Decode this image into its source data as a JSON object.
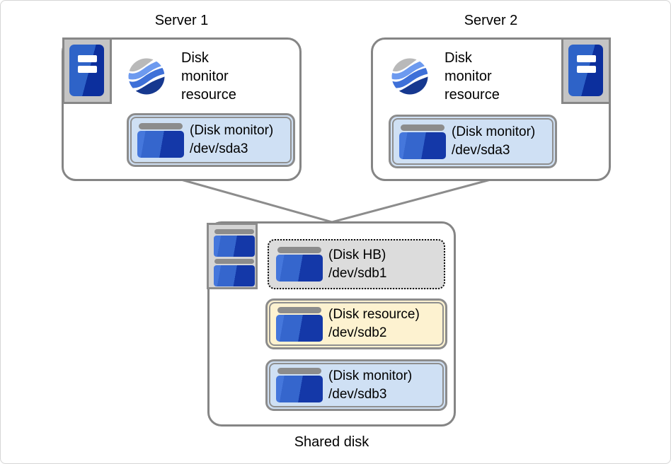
{
  "colors": {
    "outer_box_border": "#858585",
    "connector_line": "#8c8c8c",
    "icon_frame_fill": "#c4c4c4",
    "server_blue_light": "#2e63c8",
    "server_blue_dark": "#0c2f9d",
    "disk_blue_light": "#3566cd",
    "disk_blue_dark": "#1438a8",
    "disk_pill_gray": "#8c8c8c",
    "monitor_box_fill": "#cfe0f4",
    "resource_box_fill": "#fdf2d0",
    "hb_box_fill": "#dcdcdc",
    "swirl_gray": "#b9b9b9",
    "swirl_light_blue": "#6d9aef",
    "swirl_mid_blue": "#3e70d8",
    "swirl_navy": "#16388f"
  },
  "icons": {
    "server": "tower-server-icon",
    "monitor_resource": "disk-monitor-resource-icon",
    "disk": "disk-icon",
    "shared_disk": "shared-disk-icon"
  },
  "servers": [
    {
      "title": "Server 1",
      "resource_text": "Disk\nmonitor\nresource",
      "disk_box": {
        "label": "(Disk monitor)",
        "device": "/dev/sda3"
      }
    },
    {
      "title": "Server 2",
      "resource_text": "Disk\nmonitor\nresource",
      "disk_box": {
        "label": "(Disk monitor)",
        "device": "/dev/sda3"
      }
    }
  ],
  "shared_disk": {
    "title": "Shared disk",
    "boxes": [
      {
        "kind": "hb",
        "label": "(Disk HB)",
        "device": "/dev/sdb1"
      },
      {
        "kind": "resource",
        "label": "(Disk resource)",
        "device": "/dev/sdb2"
      },
      {
        "kind": "monitor",
        "label": "(Disk monitor)",
        "device": "/dev/sdb3"
      }
    ]
  }
}
